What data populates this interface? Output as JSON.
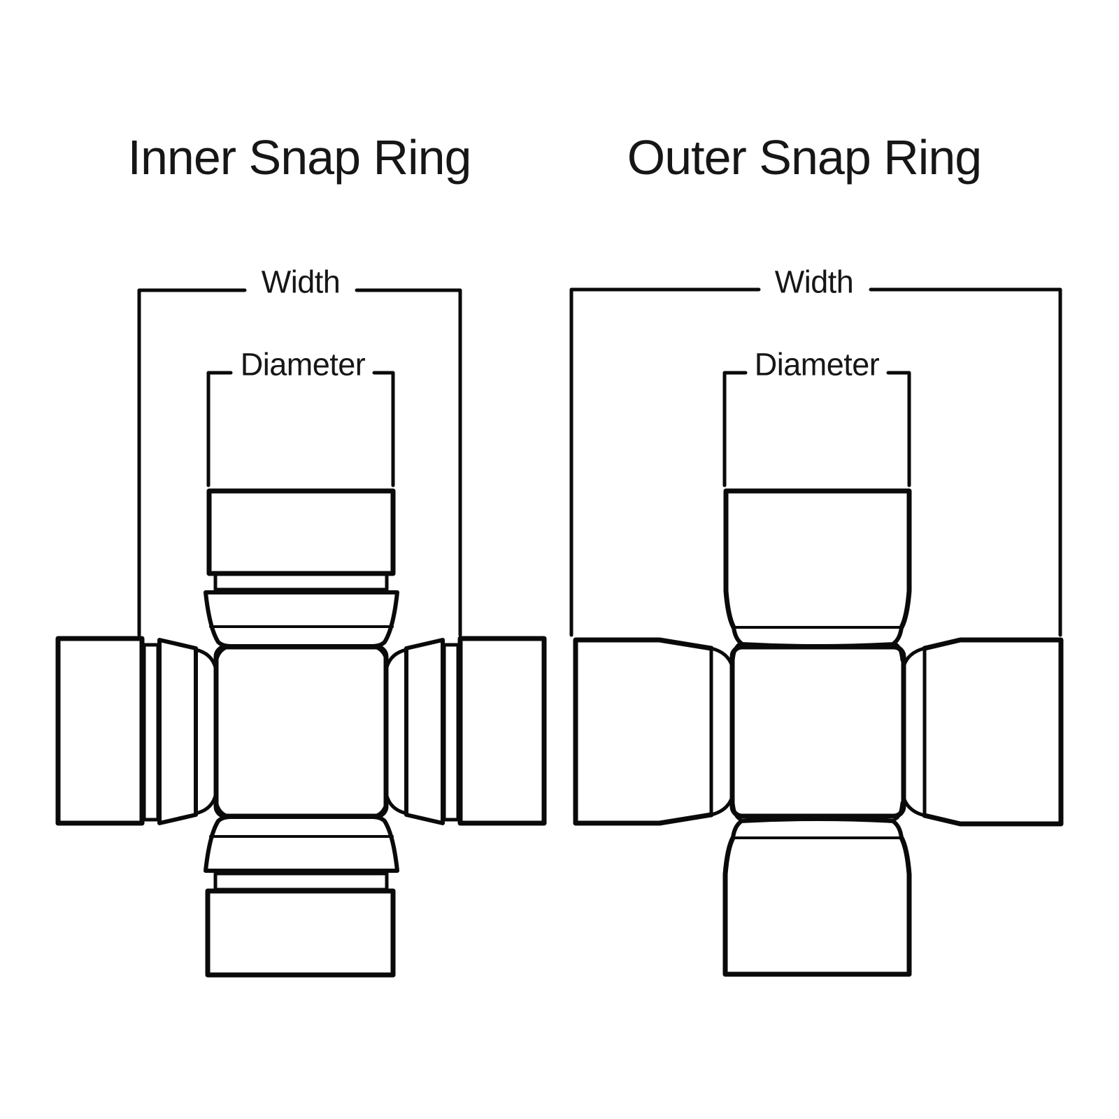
{
  "page": {
    "background": "#ffffff",
    "line_color": "#0a0a0a",
    "text_color": "#161616"
  },
  "diagrams": [
    {
      "id": "inner",
      "title": "Inner Snap Ring",
      "width_label": "Width",
      "diameter_label": "Diameter"
    },
    {
      "id": "outer",
      "title": "Outer Snap Ring",
      "width_label": "Width",
      "diameter_label": "Diameter"
    }
  ]
}
